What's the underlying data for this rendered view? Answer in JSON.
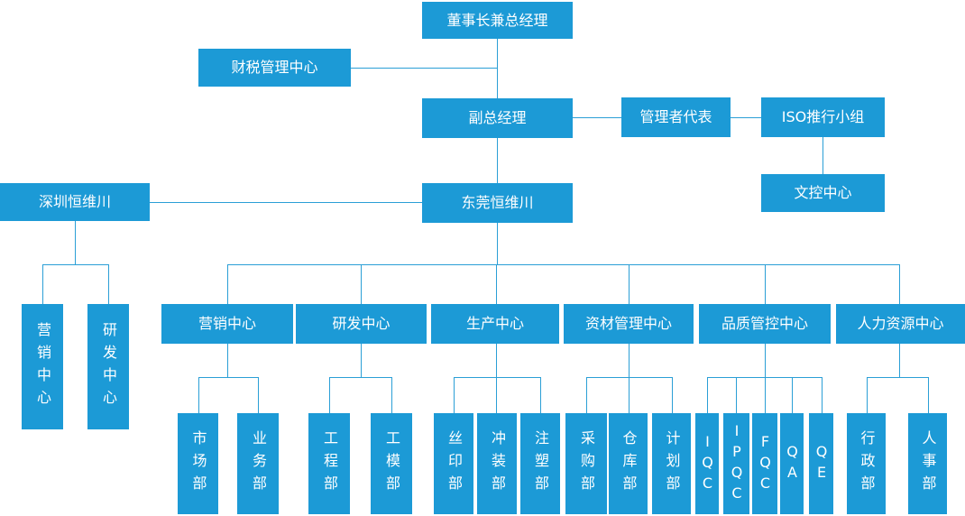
{
  "colors": {
    "node_fill": "#1C9AD6",
    "connector": "#2B9FD6",
    "node_text": "#FFFFFF",
    "background": "#FFFFFF"
  },
  "nodes": {
    "chairman": "董事长兼总经理",
    "finance": "财税管理中心",
    "deputy": "副总经理",
    "mgmt_rep": "管理者代表",
    "iso_team": "ISO推行小组",
    "doc_center": "文控中心",
    "shenzhen": "深圳恒维川",
    "dongguan": "东莞恒维川",
    "sz_marketing": "营销中心",
    "sz_rd": "研发中心",
    "marketing": "营销中心",
    "rd": "研发中心",
    "production": "生产中心",
    "materials": "资材管理中心",
    "quality": "品质管控中心",
    "hr": "人力资源中心",
    "market_dept": "市场部",
    "business_dept": "业务部",
    "engineering_dept": "工程部",
    "tooling_dept": "工模部",
    "silkscreen_dept": "丝印部",
    "stamping_dept": "冲装部",
    "injection_dept": "注塑部",
    "purchasing_dept": "采购部",
    "warehouse_dept": "仓库部",
    "planning_dept": "计划部",
    "iqc": "IQC",
    "ipqc": "IPQC",
    "fqc": "FQC",
    "qa": "QA",
    "qe": "QE",
    "admin_dept": "行政部",
    "personnel_dept": "人事部"
  },
  "edges": [
    [
      "chairman",
      "deputy"
    ],
    [
      "chairman",
      "finance"
    ],
    [
      "deputy",
      "mgmt_rep"
    ],
    [
      "mgmt_rep",
      "iso_team"
    ],
    [
      "iso_team",
      "doc_center"
    ],
    [
      "deputy",
      "dongguan"
    ],
    [
      "shenzhen",
      "dongguan"
    ],
    [
      "shenzhen",
      "sz_marketing"
    ],
    [
      "shenzhen",
      "sz_rd"
    ],
    [
      "dongguan",
      "marketing"
    ],
    [
      "dongguan",
      "rd"
    ],
    [
      "dongguan",
      "production"
    ],
    [
      "dongguan",
      "materials"
    ],
    [
      "dongguan",
      "quality"
    ],
    [
      "dongguan",
      "hr"
    ],
    [
      "marketing",
      "market_dept"
    ],
    [
      "marketing",
      "business_dept"
    ],
    [
      "rd",
      "engineering_dept"
    ],
    [
      "rd",
      "tooling_dept"
    ],
    [
      "production",
      "silkscreen_dept"
    ],
    [
      "production",
      "stamping_dept"
    ],
    [
      "production",
      "injection_dept"
    ],
    [
      "materials",
      "purchasing_dept"
    ],
    [
      "materials",
      "warehouse_dept"
    ],
    [
      "materials",
      "planning_dept"
    ],
    [
      "quality",
      "iqc"
    ],
    [
      "quality",
      "ipqc"
    ],
    [
      "quality",
      "fqc"
    ],
    [
      "quality",
      "qa"
    ],
    [
      "quality",
      "qe"
    ],
    [
      "hr",
      "admin_dept"
    ],
    [
      "hr",
      "personnel_dept"
    ]
  ]
}
